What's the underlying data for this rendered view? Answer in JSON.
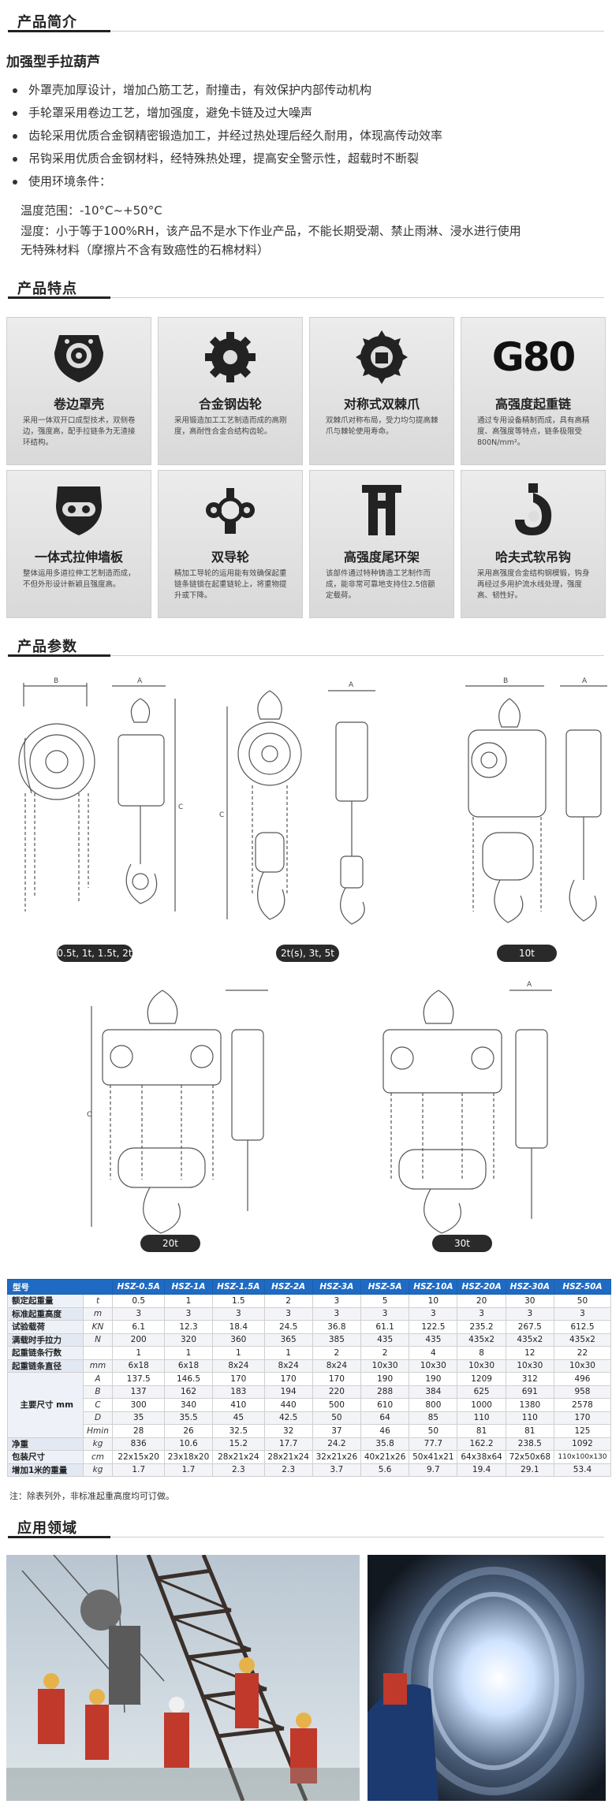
{
  "intro": {
    "title": "产品简介",
    "product_name": "加强型手拉葫芦",
    "bullets": [
      "外罩壳加厚设计，增加凸筋工艺，耐撞击，有效保护内部传动机构",
      "手轮罩采用卷边工艺，增加强度，避免卡链及过大噪声",
      "齿轮采用优质合金钢精密锻造加工，并经过热处理后经久耐用，体现高传动效率",
      "吊钩采用优质合金钢材料，经特殊热处理，提高安全警示性，超载时不断裂",
      "使用环境条件："
    ],
    "env_temp": "温度范围：-10°C~+50°C",
    "env_humidity_1": "湿度：小于等于100%RH，该产品不是水下作业产品，不能长期受潮、禁止雨淋、浸水进行使用",
    "env_humidity_2": "无特殊材料（摩擦片不含有致癌性的石棉材料）"
  },
  "features": {
    "title": "产品特点",
    "cards": [
      {
        "title": "卷边罩壳",
        "desc": "采用一体双开口成型技术，双侧卷边，强度高，配手拉链条为无渣接环结构。",
        "icon": "shell-icon"
      },
      {
        "title": "合金钢齿轮",
        "desc": "采用锻造加工工艺制造而成的高刚度，高耐性合金合结构齿轮。",
        "icon": "gear-icon"
      },
      {
        "title": "对称式双棘爪",
        "desc": "双棘爪对称布局，受力均匀提高棘爪与棘轮使用寿命。",
        "icon": "ratchet-icon"
      },
      {
        "title": "高强度起重链",
        "desc": "通过专用设备精制而成，具有高精度、高强度等特点，链条极限受800N/mm²。",
        "icon": "g80-icon",
        "icon_text": "G80"
      },
      {
        "title": "一体式拉伸墙板",
        "desc": "整体运用多道拉伸工艺制造而成，不但外形设计新颖且强度高。",
        "icon": "wallplate-icon"
      },
      {
        "title": "双导轮",
        "desc": "精加工导轮的运用能有效确保起重链条链锁在起重链轮上，将重物提升或下降。",
        "icon": "guide-wheel-icon"
      },
      {
        "title": "高强度尾环架",
        "desc": "该部件通过特种铸造工艺制作而成，能非常可靠地支持住2.5倍额定载荷。",
        "icon": "tail-ring-icon"
      },
      {
        "title": "哈夫式软吊钩",
        "desc": "采用高强度合金结构钢模锻，钩身再经过多用护流水线处理，强度高、韧性好。",
        "icon": "hook-icon"
      }
    ]
  },
  "params": {
    "title": "产品参数",
    "diagram_labels": [
      "0.5t, 1t, 1.5t, 2t",
      "2t(s), 3t, 5t",
      "10t",
      "20t",
      "30t"
    ],
    "dim_letters": [
      "A",
      "B",
      "C",
      "D"
    ],
    "headers": [
      "型号",
      "",
      "HSZ-0.5A",
      "HSZ-1A",
      "HSZ-1.5A",
      "HSZ-2A",
      "HSZ-3A",
      "HSZ-5A",
      "HSZ-10A",
      "HSZ-20A",
      "HSZ-30A",
      "HSZ-50A"
    ],
    "rows": [
      {
        "name": "额定起重量",
        "unit": "t",
        "values": [
          "0.5",
          "1",
          "1.5",
          "2",
          "3",
          "5",
          "10",
          "20",
          "30",
          "50"
        ]
      },
      {
        "name": "标准起重高度",
        "unit": "m",
        "values": [
          "3",
          "3",
          "3",
          "3",
          "3",
          "3",
          "3",
          "3",
          "3",
          "3"
        ]
      },
      {
        "name": "试验载荷",
        "unit": "KN",
        "values": [
          "6.1",
          "12.3",
          "18.4",
          "24.5",
          "36.8",
          "61.1",
          "122.5",
          "235.2",
          "267.5",
          "612.5"
        ]
      },
      {
        "name": "满载时手拉力",
        "unit": "N",
        "values": [
          "200",
          "320",
          "360",
          "365",
          "385",
          "435",
          "435",
          "435x2",
          "435x2",
          "435x2"
        ]
      },
      {
        "name": "起重链条行数",
        "unit": "",
        "values": [
          "1",
          "1",
          "1",
          "1",
          "2",
          "2",
          "4",
          "8",
          "12",
          "22"
        ]
      },
      {
        "name": "起重链条直径",
        "unit": "mm",
        "values": [
          "6x18",
          "6x18",
          "8x24",
          "8x24",
          "8x24",
          "10x30",
          "10x30",
          "10x30",
          "10x30",
          "10x30"
        ]
      },
      {
        "name": "主要尺寸 mm",
        "unit": "A",
        "values": [
          "137.5",
          "146.5",
          "170",
          "170",
          "170",
          "190",
          "190",
          "1209",
          "312",
          "496"
        ]
      },
      {
        "name": "",
        "unit": "B",
        "values": [
          "137",
          "162",
          "183",
          "194",
          "220",
          "288",
          "384",
          "625",
          "691",
          "958"
        ]
      },
      {
        "name": "",
        "unit": "C",
        "values": [
          "300",
          "340",
          "410",
          "440",
          "500",
          "610",
          "800",
          "1000",
          "1380",
          "2578"
        ]
      },
      {
        "name": "",
        "unit": "D",
        "values": [
          "35",
          "35.5",
          "45",
          "42.5",
          "50",
          "64",
          "85",
          "110",
          "110",
          "170"
        ]
      },
      {
        "name": "",
        "unit": "Hmin",
        "values": [
          "28",
          "26",
          "32.5",
          "32",
          "37",
          "46",
          "50",
          "81",
          "81",
          "125"
        ]
      },
      {
        "name": "净重",
        "unit": "kg",
        "values": [
          "836",
          "10.6",
          "15.2",
          "17.7",
          "24.2",
          "35.8",
          "77.7",
          "162.2",
          "238.5",
          "1092"
        ]
      },
      {
        "name": "包装尺寸",
        "unit": "cm",
        "values": [
          "22x15x20",
          "23x18x20",
          "28x21x24",
          "28x21x24",
          "32x21x26",
          "40x21x26",
          "50x41x21",
          "64x38x64",
          "72x50x68",
          "110x100x130"
        ]
      },
      {
        "name": "增加1米的重量",
        "unit": "kg",
        "values": [
          "1.7",
          "1.7",
          "2.3",
          "2.3",
          "3.7",
          "5.6",
          "9.7",
          "19.4",
          "29.1",
          "53.4"
        ]
      }
    ],
    "note": "注：除表列外，非标准起重高度均可订做。"
  },
  "application": {
    "title": "应用领域"
  }
}
